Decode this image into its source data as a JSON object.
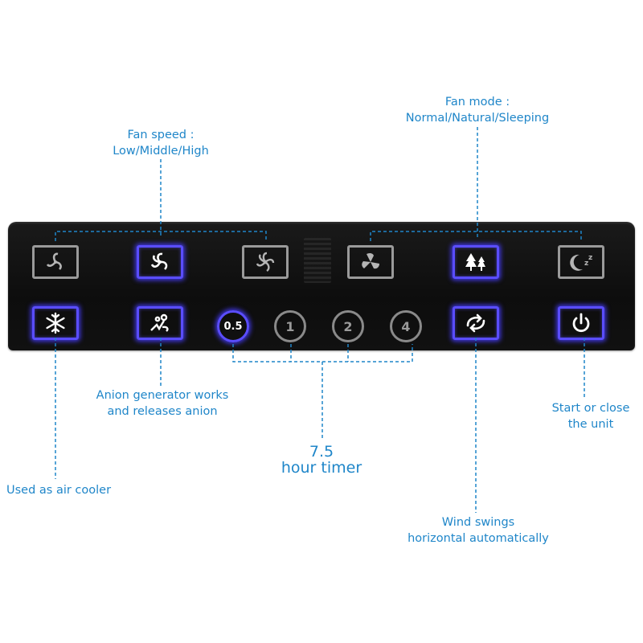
{
  "annotations": {
    "fan_speed": [
      "Fan speed :",
      "Low/Middle/High"
    ],
    "fan_mode": [
      "Fan mode :",
      "Normal/Natural/Sleeping"
    ],
    "anion": [
      "Anion generator works",
      "and releases anion"
    ],
    "start_close": [
      "Start or close",
      "the unit"
    ],
    "timer": [
      "7.5",
      "hour timer"
    ],
    "air_cooler": "Used as air cooler",
    "wind_swing": [
      "Wind swings",
      "horizontal automatically"
    ]
  },
  "timer_buttons": [
    "0.5",
    "1",
    "2",
    "4"
  ],
  "top_row": [
    {
      "name": "fan-low-icon",
      "on": false
    },
    {
      "name": "fan-middle-icon",
      "on": true
    },
    {
      "name": "fan-high-icon",
      "on": false
    },
    {
      "name": "fan-mode-normal-icon",
      "on": false
    },
    {
      "name": "fan-mode-natural-icon",
      "on": true
    },
    {
      "name": "fan-mode-sleeping-icon",
      "on": false
    }
  ],
  "bottom_row": [
    {
      "name": "snowflake-icon",
      "on": true
    },
    {
      "name": "anion-icon",
      "on": true
    },
    {
      "name": "swing-icon",
      "on": true
    },
    {
      "name": "power-icon",
      "on": true
    }
  ],
  "colors": {
    "annotation": "#1f86c9",
    "led_on": "#5a4dff",
    "led_off": "#9a9a9a",
    "panel": "#111111"
  }
}
